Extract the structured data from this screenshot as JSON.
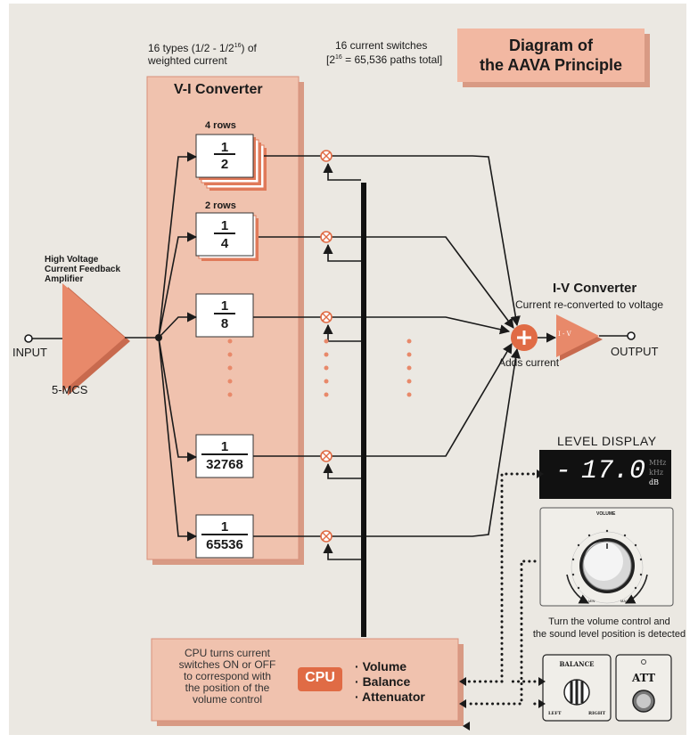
{
  "header": {
    "types_line1": "16 types (1/2 - 1/2",
    "types_sup": "16",
    "types_line1_end": ") of",
    "types_line2": "weighted current",
    "switches_line1": "16 current switches",
    "switches_line2_base": "2",
    "switches_line2_sup": "16",
    "switches_line2_rest": " = 65,536 paths total",
    "title_line1": "Diagram of",
    "title_line2": "the AAVA Principle"
  },
  "vi_converter": {
    "title": "V-I Converter",
    "rows_label_1": "4 rows",
    "rows_label_2": "2 rows",
    "fractions": [
      {
        "num": "1",
        "den": "2"
      },
      {
        "num": "1",
        "den": "4"
      },
      {
        "num": "1",
        "den": "8"
      },
      {
        "num": "1",
        "den": "32768"
      },
      {
        "num": "1",
        "den": "65536"
      }
    ]
  },
  "amplifier": {
    "line1": "High Voltage",
    "line2": "Current Feedback",
    "line3": "Amplifier",
    "model": "5-MCS"
  },
  "io": {
    "input": "INPUT",
    "output": "OUTPUT"
  },
  "iv_converter": {
    "title": "I-V Converter",
    "subtitle": "Current re-converted to voltage",
    "triangle_label": "I - V"
  },
  "adder": {
    "label": "Adds current"
  },
  "level_display": {
    "title": "LEVEL DISPLAY",
    "value_sign": "-",
    "value": "17.0",
    "units": [
      "MHz",
      "kHz",
      "dB"
    ]
  },
  "volume": {
    "knob_label": "VOLUME",
    "min_label": "MIN",
    "max_label": "MAX",
    "caption_line1": "Turn the volume control and",
    "caption_line2": "the sound level position is detected"
  },
  "balance": {
    "title": "BALANCE",
    "left": "LEFT",
    "right": "RIGHT"
  },
  "att": {
    "label": "ATT"
  },
  "cpu": {
    "desc_line1": "CPU turns current",
    "desc_line2": "switches ON or OFF",
    "desc_line3": "to correspond with",
    "desc_line4": "the position of the",
    "desc_line5": "volume control",
    "badge": "CPU",
    "items": [
      "Volume",
      "Balance",
      "Attenuator"
    ]
  },
  "colors": {
    "background": "#ebe8e2",
    "salmon_light": "#f0c2ae",
    "salmon_mid": "#e8a48a",
    "salmon_dark": "#d9745a",
    "orange_accent": "#e06b45",
    "title_box": "#f2b8a2"
  }
}
